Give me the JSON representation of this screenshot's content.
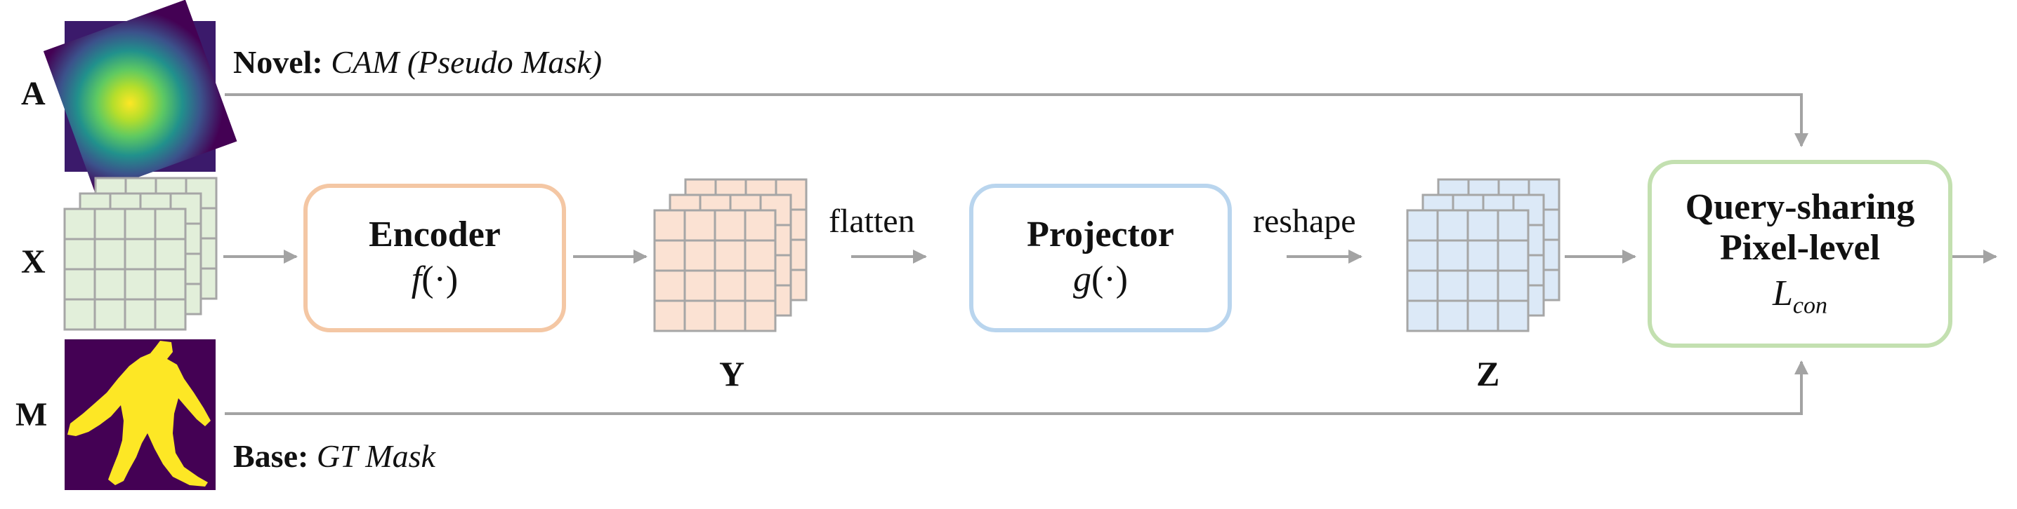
{
  "rows": {
    "a": "A",
    "x": "X",
    "m": "M"
  },
  "novel": {
    "prefix": "Novel:",
    "text": "CAM (Pseudo Mask)"
  },
  "base": {
    "prefix": "Base:",
    "text": "GT Mask"
  },
  "encoder": {
    "title": "Encoder",
    "func_name": "f",
    "func_arg": "(·)"
  },
  "projector": {
    "title": "Projector",
    "func_name": "g",
    "func_arg": "(·)"
  },
  "loss": {
    "line1": "Query-sharing",
    "line2": "Pixel-level",
    "symbol": "L",
    "subscript": "con"
  },
  "ops": {
    "flatten": "flatten",
    "reshape": "reshape"
  },
  "tensors": {
    "y": "Y",
    "z": "Z"
  },
  "colors": {
    "grid_green": "#e2efda",
    "grid_orange": "#fbe2d3",
    "grid_blue": "#dce9f7",
    "grid_line": "#a6a6a6",
    "arrow": "#a3a3a3",
    "encoder_border": "#f4c7a4",
    "projector_border": "#b9d5ee",
    "loss_border": "#c3e0b0",
    "cam_bg": "#3b1a6b",
    "mask_bg": "#440154",
    "mask_fg": "#fde725"
  }
}
